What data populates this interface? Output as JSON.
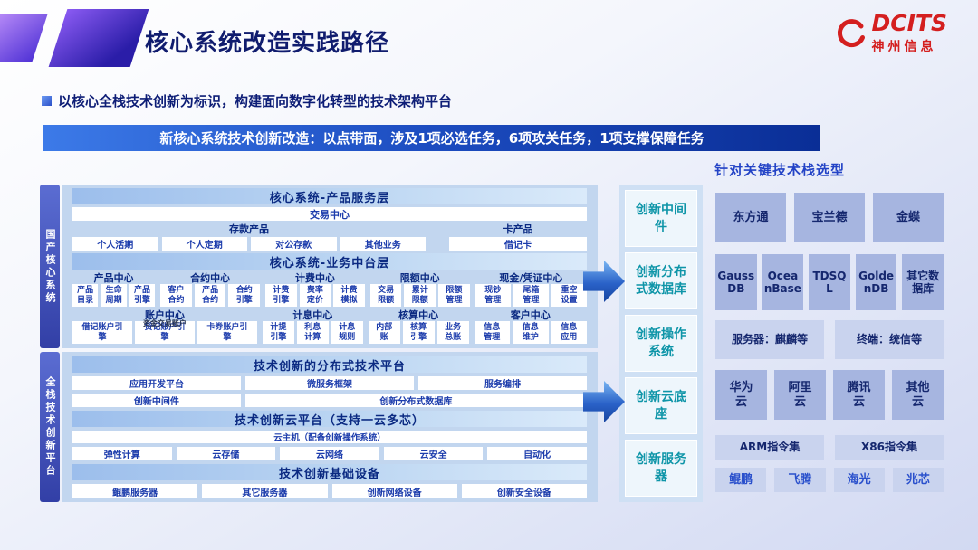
{
  "page": {
    "title": "核心系统改造实践路径",
    "subtitle": "以核心全栈技术创新为标识，构建面向数字化转型的技术架构平台",
    "banner": "新核心系统技术创新改造：以点带面，涉及1项必选任务，6项攻关任务，1项支撑保障任务"
  },
  "logo": {
    "brand": "DCITS",
    "company": "神州信息"
  },
  "rails": {
    "top": "国产核心系统",
    "bottom": "全栈技术创新平台"
  },
  "product_layer": {
    "title": "核心系统-产品服务层",
    "trade_center": "交易中心",
    "deposit_group": "存款产品",
    "deposit_items": [
      "个人活期",
      "个人定期",
      "对公存款",
      "其他业务"
    ],
    "card_group": "卡产品",
    "card_items": [
      "借记卡"
    ]
  },
  "business_layer": {
    "title": "核心系统-业务中台层",
    "row1": [
      {
        "title": "产品中心",
        "items": [
          "产品目录",
          "生命周期",
          "产品引擎"
        ]
      },
      {
        "title": "合约中心",
        "items": [
          "客户合约",
          "产品合约",
          "合约引擎"
        ]
      },
      {
        "title": "计费中心",
        "items": [
          "计费引擎",
          "费率定价",
          "计费模拟"
        ]
      },
      {
        "title": "限额中心",
        "items": [
          "交易限额",
          "累计限额",
          "限额管理"
        ]
      },
      {
        "title": "现金/凭证中心",
        "items": [
          "现钞管理",
          "尾箱管理",
          "重空设置"
        ]
      }
    ],
    "account_tag": "资金交易账户",
    "row2": [
      {
        "title": "账户中心",
        "items": [
          "借记账户引擎",
          "贷记账户引擎",
          "卡券账户引擎"
        ]
      },
      {
        "title": "计息中心",
        "items": [
          "计提引擎",
          "利息计算",
          "计息规则"
        ]
      },
      {
        "title": "核算中心",
        "items": [
          "内部账",
          "核算引擎",
          "业务总账"
        ]
      },
      {
        "title": "客户中心",
        "items": [
          "信息管理",
          "信息维护",
          "信息应用"
        ]
      }
    ]
  },
  "distributed_platform": {
    "title": "技术创新的分布式技术平台",
    "row1": [
      "应用开发平台",
      "微服务框架",
      "服务编排"
    ],
    "row2": [
      "创新中间件",
      "创新分布式数据库"
    ]
  },
  "cloud_platform": {
    "title": "技术创新云平台（支持一云多芯）",
    "host": "云主机（配备创新操作系统）",
    "items": [
      "弹性计算",
      "云存储",
      "云网络",
      "云安全",
      "自动化"
    ]
  },
  "infra": {
    "title": "技术创新基础设备",
    "items": [
      "鲲鹏服务器",
      "其它服务器",
      "创新网络设备",
      "创新安全设备"
    ]
  },
  "innovation_column": [
    "创新中间件",
    "创新分布式数据库",
    "创新操作系统",
    "创新云底座",
    "创新服务器"
  ],
  "tech_stack": {
    "title": "针对关键技术栈选型",
    "middleware": [
      "东方通",
      "宝兰德",
      "金蝶"
    ],
    "databases": [
      "GaussDB",
      "OceanBase",
      "TDSQL",
      "GoldenDB",
      "其它数据库"
    ],
    "os": [
      "服务器：麒麟等",
      "终端：统信等"
    ],
    "clouds": [
      "华为云",
      "阿里云",
      "腾讯云",
      "其他云"
    ],
    "instruction_sets": [
      "ARM指令集",
      "X86指令集"
    ],
    "chips": [
      "鲲鹏",
      "飞腾",
      "海光",
      "兆芯"
    ]
  },
  "colors": {
    "title_navy": "#101c6e",
    "banner_blue": "#1c4cc0",
    "panel_blue": "#c2d6ef",
    "rail_blue": "#4152b8",
    "innovation_teal": "#0e95a8",
    "stack_box": "#a6b5e0",
    "stack_box_light": "#c9d3ee",
    "logo_red": "#d41f1f"
  }
}
